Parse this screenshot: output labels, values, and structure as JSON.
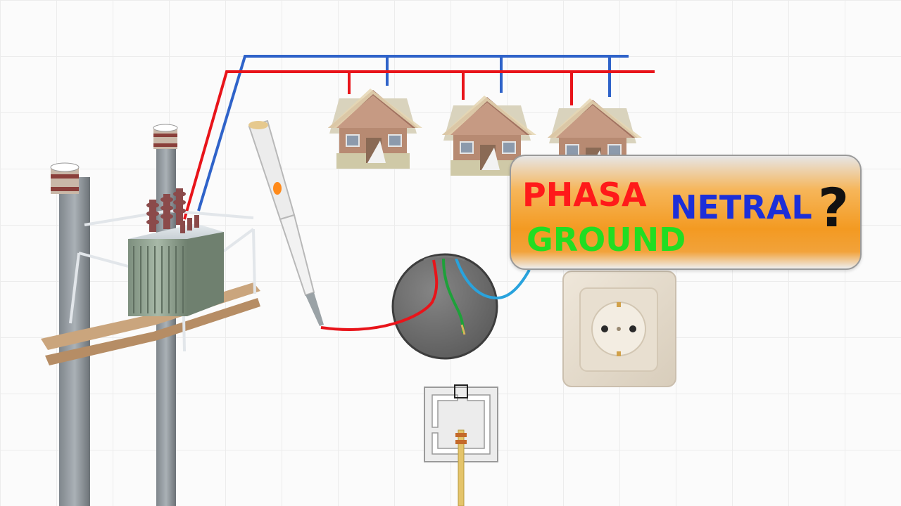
{
  "labels": {
    "phase": "PHASA",
    "ground": "GROUND",
    "neutral": "NETRAL",
    "question": "?"
  },
  "colors": {
    "phase_wire": "#e8141a",
    "neutral_wire": "#2f63c9",
    "ground_wire": "#1ea13a",
    "socket_lead": "#29a3dd",
    "label_box": "#f39a22",
    "phase_text": "#ff1a1a",
    "ground_text": "#22dd22",
    "neutral_text": "#1c2fd8"
  },
  "houses": {
    "count": 3
  },
  "icons": [
    "utility-pole",
    "transformer",
    "screwdriver-tester",
    "junction-box",
    "wall-socket",
    "ground-rod"
  ]
}
